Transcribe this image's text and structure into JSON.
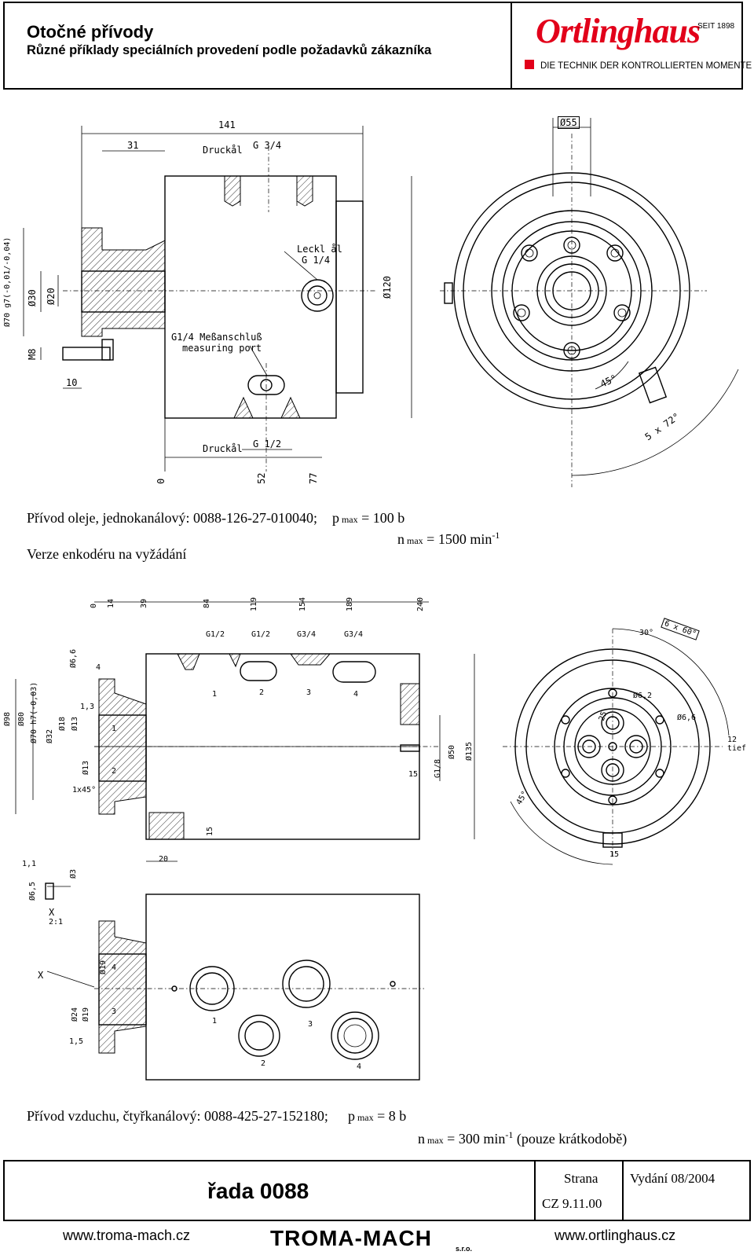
{
  "header": {
    "title": "Otočné přívody",
    "subtitle": "Různé příklady speciálních provedení podle požadavků zákazníka",
    "brand": "Ortlinghaus",
    "brand_since": "SEIT 1898",
    "brand_tagline": "DIE TECHNIK DER KONTROLLIERTEN MOMENTE",
    "brand_color": "#e2001a"
  },
  "drawing1": {
    "labels": {
      "d141": "141",
      "d31": "31",
      "druck1": "Druckål",
      "g34": "G 3/4",
      "d55": "Ø55",
      "leck": "Leckl ål",
      "g14": "G 1/4",
      "d120": "Ø120",
      "d70": "Ø70 g7(-0,01/-0,04)",
      "d30": "Ø30",
      "d20": "Ø20",
      "m8": "M8",
      "d10": "10",
      "mess1": "G1/4 Meßanschluß",
      "mess2": "measuring port",
      "druck2": "Druckål",
      "g12": "G 1/2",
      "x0": "0",
      "x52": "52",
      "x77": "77",
      "a45": "45°",
      "a572": "5 x 72°"
    }
  },
  "text1": {
    "line1": "Přívod oleje, jednokanálový: 0088-126-27-010040;",
    "p_sym": "p",
    "p_sub": "max",
    "p_val": "= 100 b",
    "n_sym": "n",
    "n_sub": "max",
    "n_val": "= 1500 min",
    "n_exp": "-1",
    "line2": "Verze enkodéru na vyžádání"
  },
  "drawing2": {
    "ticks": [
      "0",
      "14",
      "39",
      "84",
      "119",
      "154",
      "189",
      "240"
    ],
    "ports": [
      "G1/2",
      "G1/2",
      "G3/4",
      "G3/4"
    ],
    "nums": [
      "1",
      "2",
      "3",
      "4"
    ],
    "labels": {
      "d66a": "Ø6,6",
      "d4": "4",
      "d13a": "1,3",
      "d98": "Ø98",
      "d80": "Ø80",
      "d70h": "Ø70 h7(-0,03)",
      "d32": "Ø32",
      "d18": "Ø18",
      "d13": "Ø13",
      "d13b": "Ø13",
      "c1x45": "1x45°",
      "d15a": "15",
      "d20": "20",
      "d15b": "15",
      "g18": "G1/8",
      "d50": "Ø50",
      "d135": "Ø135",
      "a660": "6 x 60°",
      "a30": "30°",
      "d62": "Ø6,2",
      "d66b": "Ø6,6",
      "d25": "25",
      "tief": "12 tief",
      "a45": "45°",
      "d15c": "15",
      "n1": "1",
      "n2": "2",
      "n3": "3",
      "n4": "4"
    }
  },
  "drawing3": {
    "labels": {
      "d11": "1,1",
      "d3": "Ø3",
      "d65": "Ø6,5",
      "x": "X",
      "scale": "2:1",
      "x2": "X",
      "d19a": "Ø19",
      "d24": "Ø24",
      "d19b": "Ø19",
      "d15": "1,5",
      "n1": "1",
      "n2": "2",
      "n3": "3",
      "n4": "4",
      "m4": "4",
      "m3": "3"
    }
  },
  "text2": {
    "line1": "Přívod vzduchu, čtyřkanálový: 0088-425-27-152180;",
    "p_sym": "p",
    "p_sub": "max",
    "p_val": "= 8 b",
    "n_sym": "n",
    "n_sub": "max",
    "n_val": "= 300 min",
    "n_exp": "-1",
    "n_note": "(pouze krátkodobě)"
  },
  "footer": {
    "series": "řada 0088",
    "strana_label": "Strana",
    "strana_value": "CZ 9.11.00",
    "vydani": "Vydání  08/2004",
    "url_left": "www.troma-mach.cz",
    "logo_text": "TROMA-MACH",
    "logo_sub": "s.r.o.",
    "url_right": "www.ortlinghaus.cz"
  }
}
